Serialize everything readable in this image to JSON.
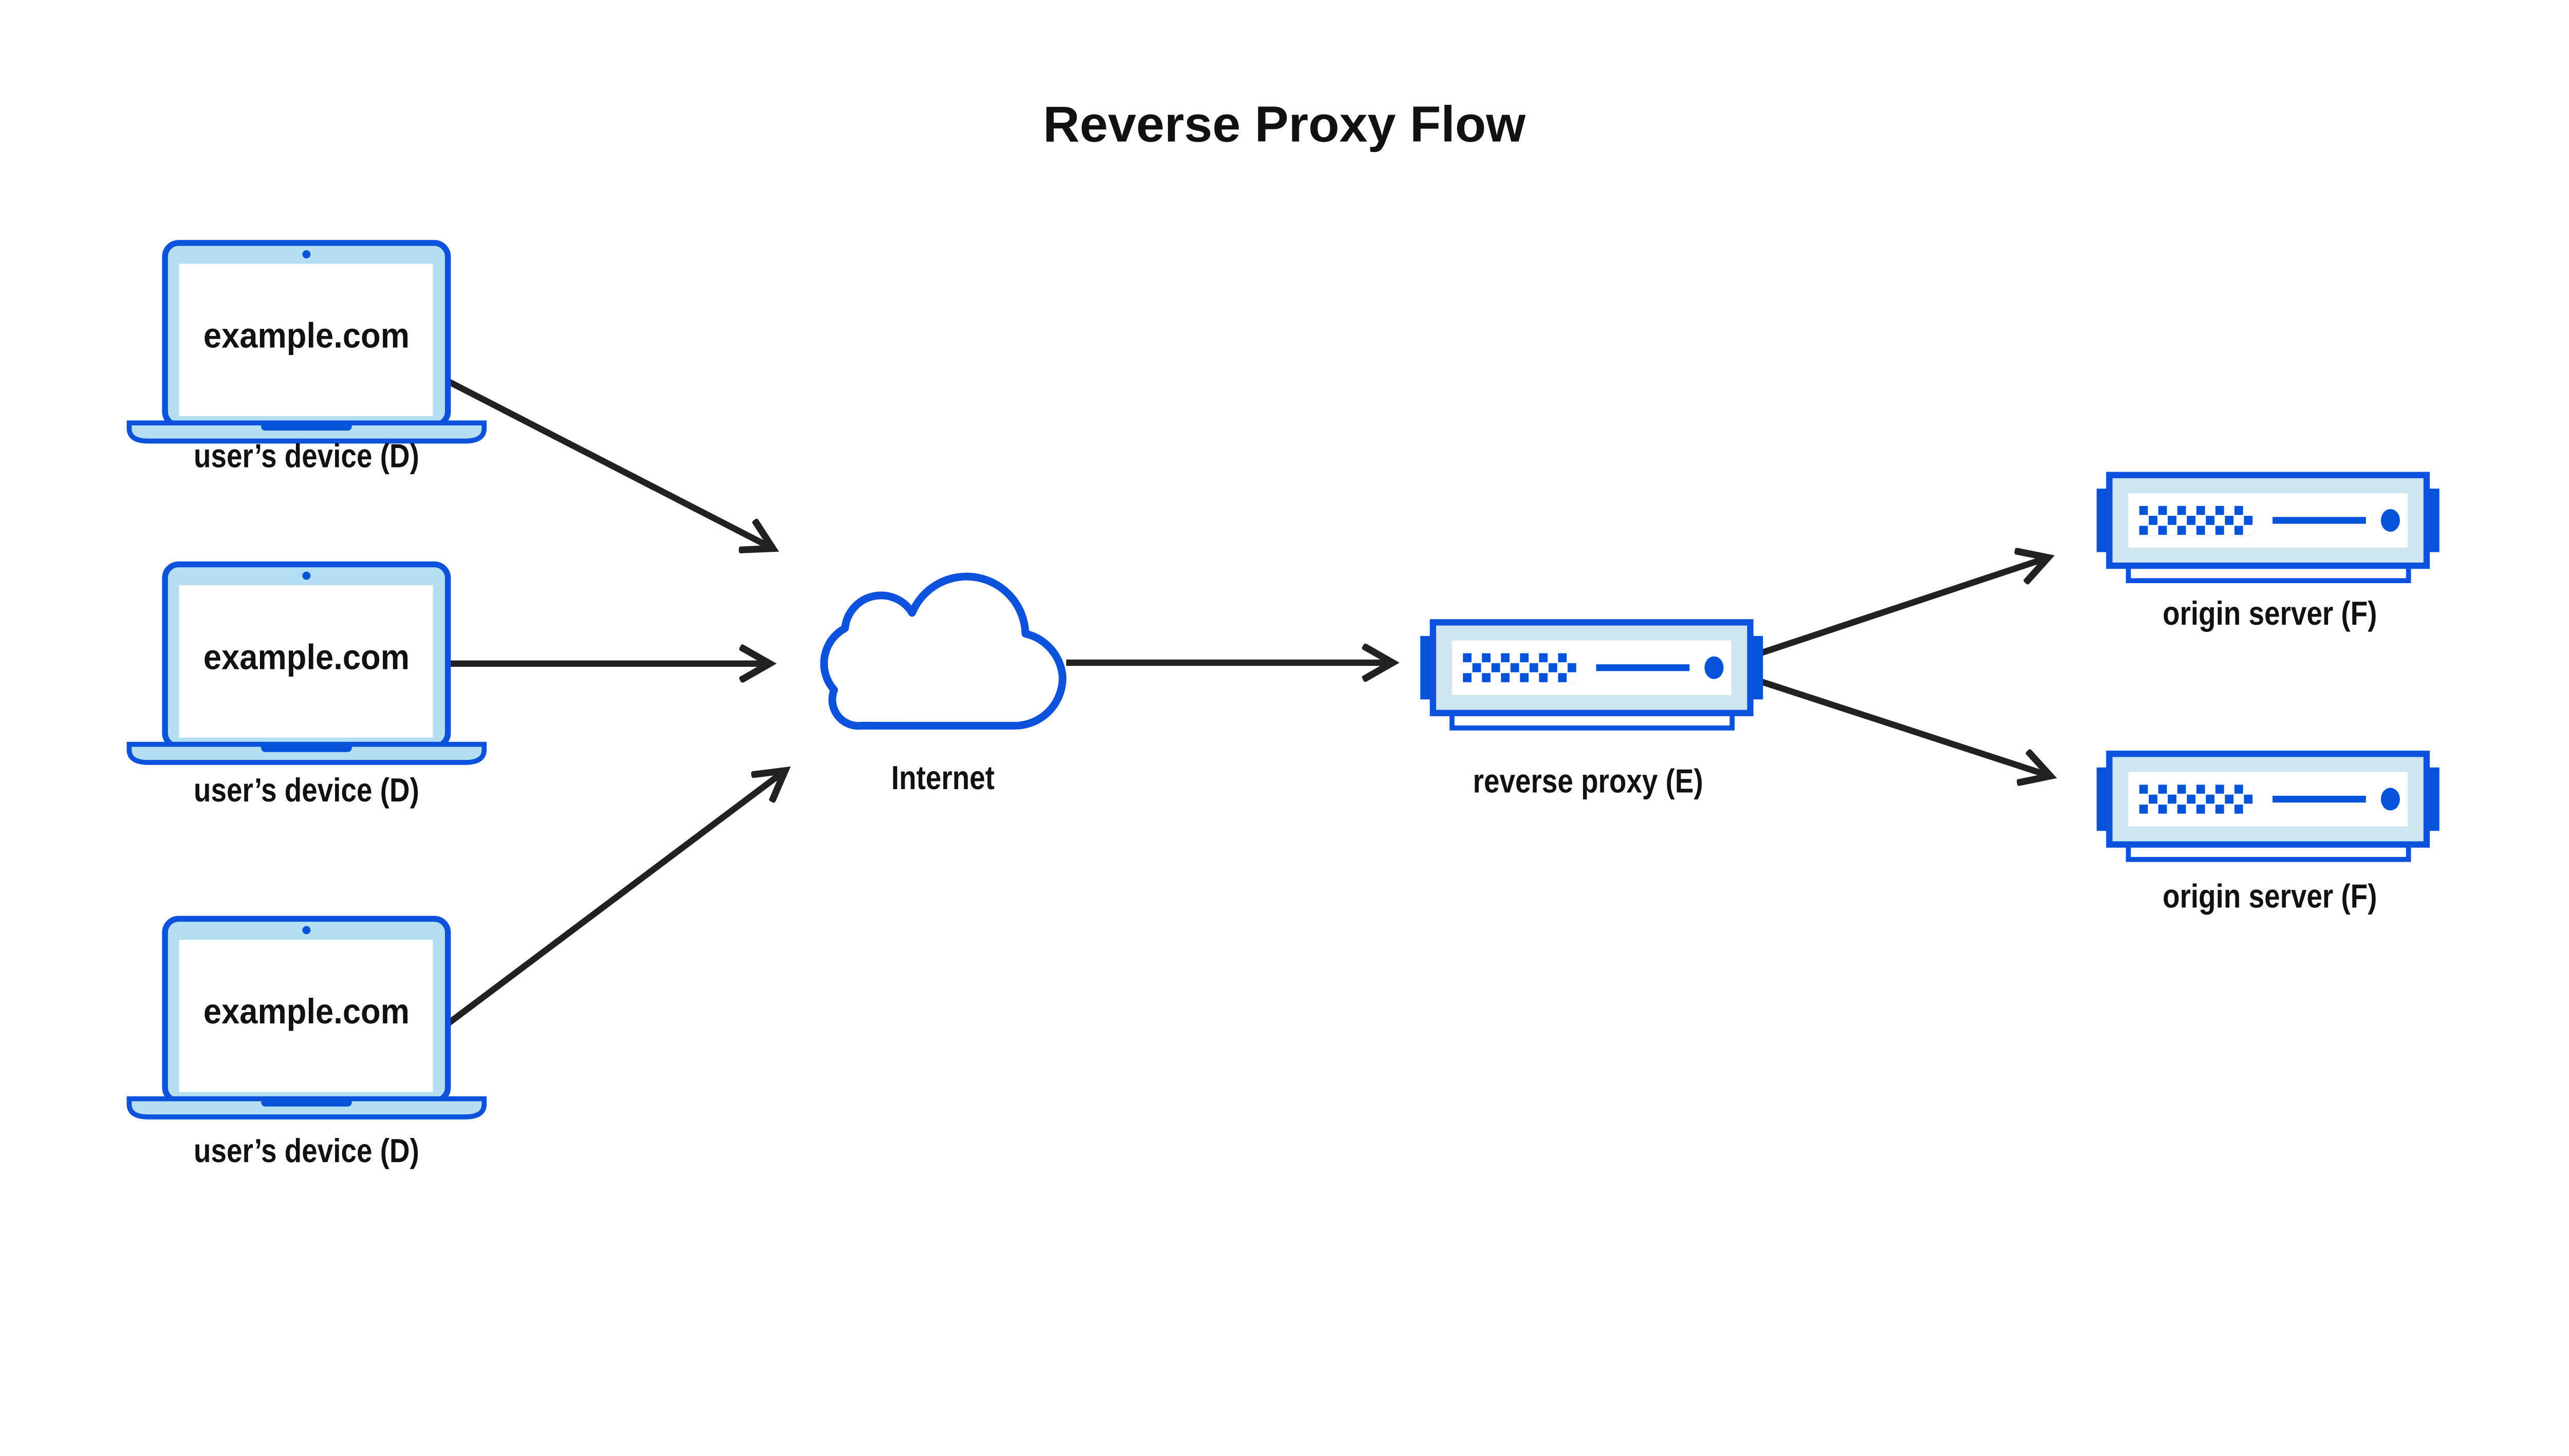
{
  "title": "Reverse Proxy Flow",
  "user_devices": [
    {
      "screen_text": "example.com",
      "label": "user’s device (D)"
    },
    {
      "screen_text": "example.com",
      "label": "user’s device (D)"
    },
    {
      "screen_text": "example.com",
      "label": "user’s device (D)"
    }
  ],
  "internet": {
    "label": "Internet"
  },
  "reverse_proxy": {
    "label": "reverse proxy (E)"
  },
  "origin_servers": [
    {
      "label": "origin server (F)"
    },
    {
      "label": "origin server (F)"
    }
  ],
  "colors": {
    "blue_stroke": "#0d52dc",
    "blue_solid": "#0453d9",
    "laptop_fill": "#b4dff2",
    "server_fill": "#cee6f0",
    "arrow": "#212121",
    "text": "#111111",
    "background": "#ffffff"
  }
}
